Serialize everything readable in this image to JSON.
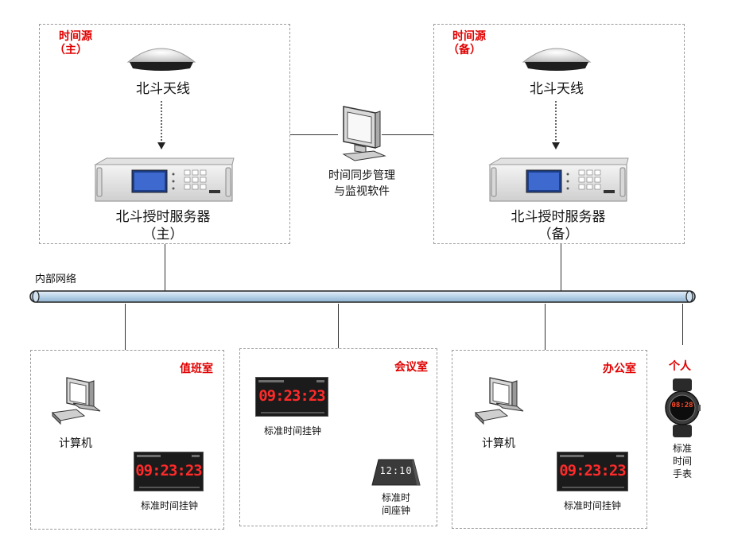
{
  "source_main": {
    "title_line1": "时间源",
    "title_line2": "（主）",
    "antenna_label": "北斗天线",
    "server_label_line1": "北斗授时服务器",
    "server_label_line2": "（主）"
  },
  "source_backup": {
    "title_line1": "时间源",
    "title_line2": "（备）",
    "antenna_label": "北斗天线",
    "server_label_line1": "北斗授时服务器",
    "server_label_line2": "（备）"
  },
  "monitor": {
    "label_line1": "时间同步管理",
    "label_line2": "与监视软件"
  },
  "network": {
    "label": "内部网络"
  },
  "duty_room": {
    "title": "值班室",
    "computer_label": "计算机",
    "clock_label": "标准时间挂钟",
    "clock_time": "09:23:23"
  },
  "meeting_room": {
    "title": "会议室",
    "clock_label": "标准时间挂钟",
    "clock_time": "09:23:23",
    "desk_clock_time": "12:10",
    "desk_clock_label_line1": "标准时",
    "desk_clock_label_line2": "间座钟"
  },
  "office": {
    "title": "办公室",
    "computer_label": "计算机",
    "clock_label": "标准时间挂钟",
    "clock_time": "09:23:23"
  },
  "personal": {
    "title": "个人",
    "watch_label_line1": "标准",
    "watch_label_line2": "时间",
    "watch_label_line3": "手表",
    "watch_time": "08:28"
  },
  "colors": {
    "accent": "#e00000",
    "bus": "#b7d2e8",
    "clock_digits": "#ff2a2a"
  }
}
